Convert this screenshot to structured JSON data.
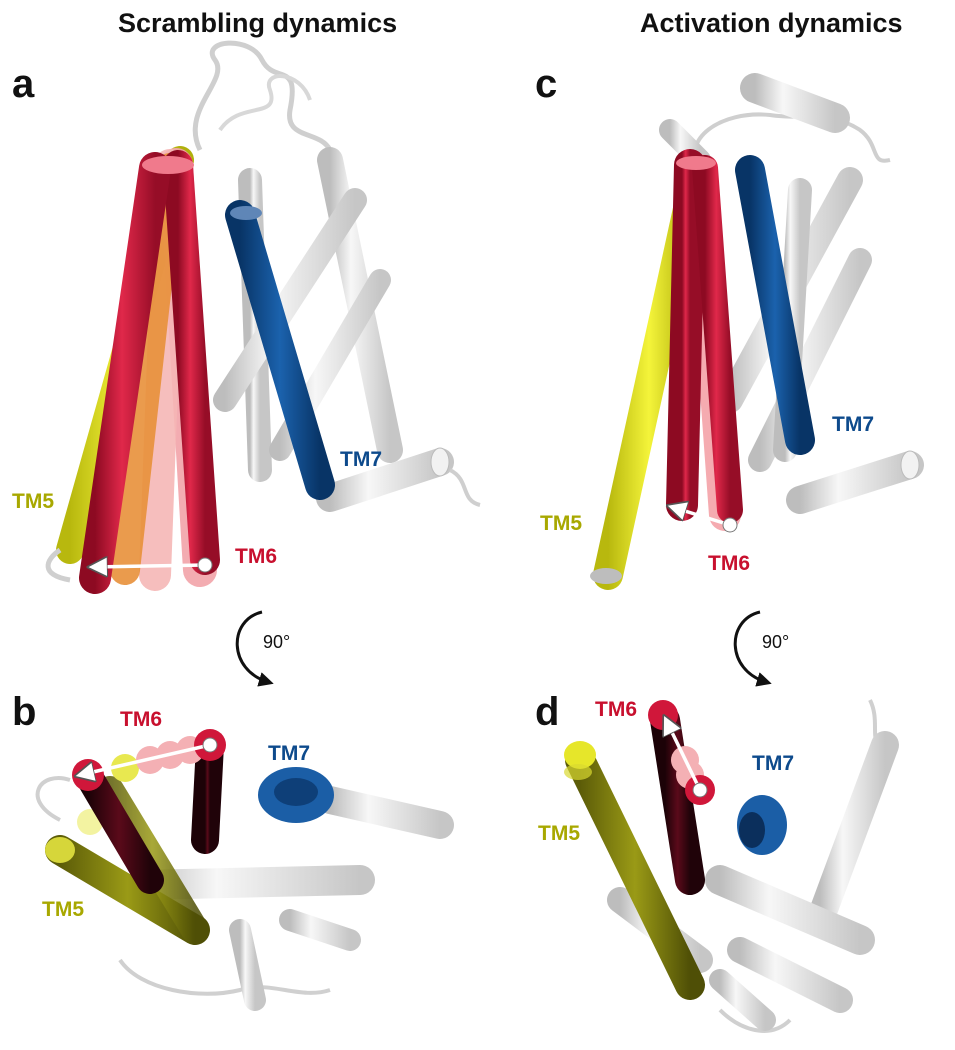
{
  "titles": {
    "left": "Scrambling dynamics",
    "right": "Activation dynamics"
  },
  "panels": {
    "a": "a",
    "b": "b",
    "c": "c",
    "d": "d"
  },
  "helix_labels": {
    "tm5": "TM5",
    "tm6": "TM6",
    "tm7": "TM7"
  },
  "rotation": {
    "angle": "90°"
  },
  "colors": {
    "tm5": "#e6e62a",
    "tm5_dark": "#8c8c12",
    "tm6": "#d0173a",
    "tm6_light": "#f4a3a8",
    "tm6_orange": "#e8913a",
    "tm7": "#0f4f92",
    "tm5_label": "#a8a800",
    "tm6_label": "#c8102e",
    "tm7_label": "#0d4a8c",
    "gray_helix": "#dcdcdc"
  }
}
